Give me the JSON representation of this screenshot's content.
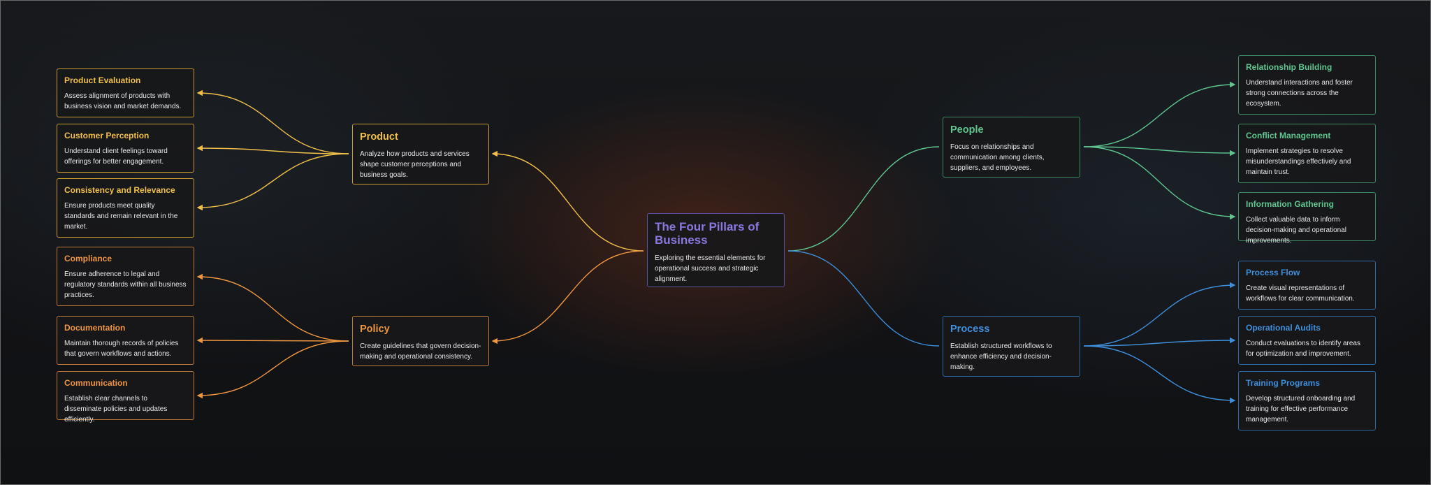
{
  "colors": {
    "yellow": "#f0c04a",
    "orange": "#ee9640",
    "green": "#5fc690",
    "blue": "#3f8fdc",
    "purple": "#8a78e0"
  },
  "center": {
    "title": "The Four Pillars of Business",
    "desc": "Exploring the essential elements for operational success and strategic alignment."
  },
  "product": {
    "title": "Product",
    "desc": "Analyze how products and services shape customer perceptions and business goals.",
    "children": [
      {
        "title": "Product Evaluation",
        "desc": "Assess alignment of products with business vision and market demands."
      },
      {
        "title": "Customer Perception",
        "desc": "Understand client feelings toward offerings for better engagement."
      },
      {
        "title": "Consistency and Relevance",
        "desc": "Ensure products meet quality standards and remain relevant in the market."
      }
    ]
  },
  "policy": {
    "title": "Policy",
    "desc": "Create guidelines that govern decision-making and operational consistency.",
    "children": [
      {
        "title": "Compliance",
        "desc": "Ensure adherence to legal and regulatory standards within all business practices."
      },
      {
        "title": "Documentation",
        "desc": "Maintain thorough records of policies that govern workflows and actions."
      },
      {
        "title": "Communication",
        "desc": "Establish clear channels to disseminate policies and updates efficiently."
      }
    ]
  },
  "people": {
    "title": "People",
    "desc": "Focus on relationships and communication among clients, suppliers, and employees.",
    "children": [
      {
        "title": "Relationship Building",
        "desc": "Understand interactions and foster strong connections across the ecosystem."
      },
      {
        "title": "Conflict Management",
        "desc": "Implement strategies to resolve misunderstandings effectively and maintain trust."
      },
      {
        "title": "Information Gathering",
        "desc": "Collect valuable data to inform decision-making and operational improvements."
      }
    ]
  },
  "process": {
    "title": "Process",
    "desc": "Establish structured workflows to enhance efficiency and decision-making.",
    "children": [
      {
        "title": "Process Flow",
        "desc": "Create visual representations of workflows for clear communication."
      },
      {
        "title": "Operational Audits",
        "desc": "Conduct evaluations to identify areas for optimization and improvement."
      },
      {
        "title": "Training Programs",
        "desc": "Develop structured onboarding and training for effective performance management."
      }
    ]
  }
}
